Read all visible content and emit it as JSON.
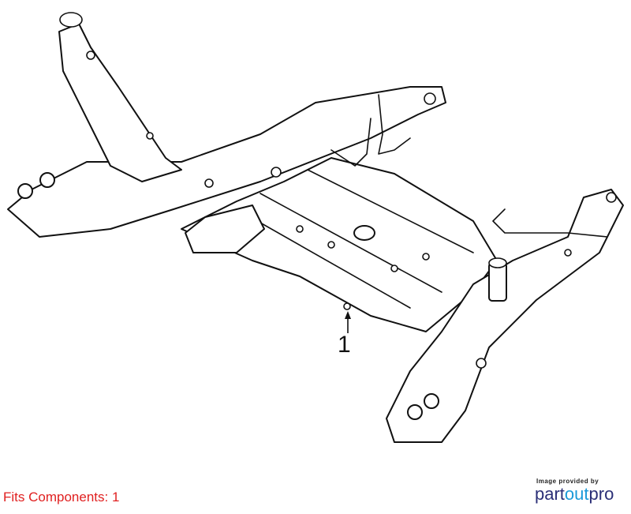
{
  "diagram": {
    "callout_number": "1",
    "fits_text": "Fits Components: 1"
  },
  "credit": {
    "provided_by": "Image provided by",
    "brand_part1": "part",
    "brand_part2": "out",
    "brand_part3": "pro"
  },
  "colors": {
    "fits_text": "#e02020",
    "brand_dark": "#2b2f77",
    "brand_light": "#1a9ad9"
  }
}
